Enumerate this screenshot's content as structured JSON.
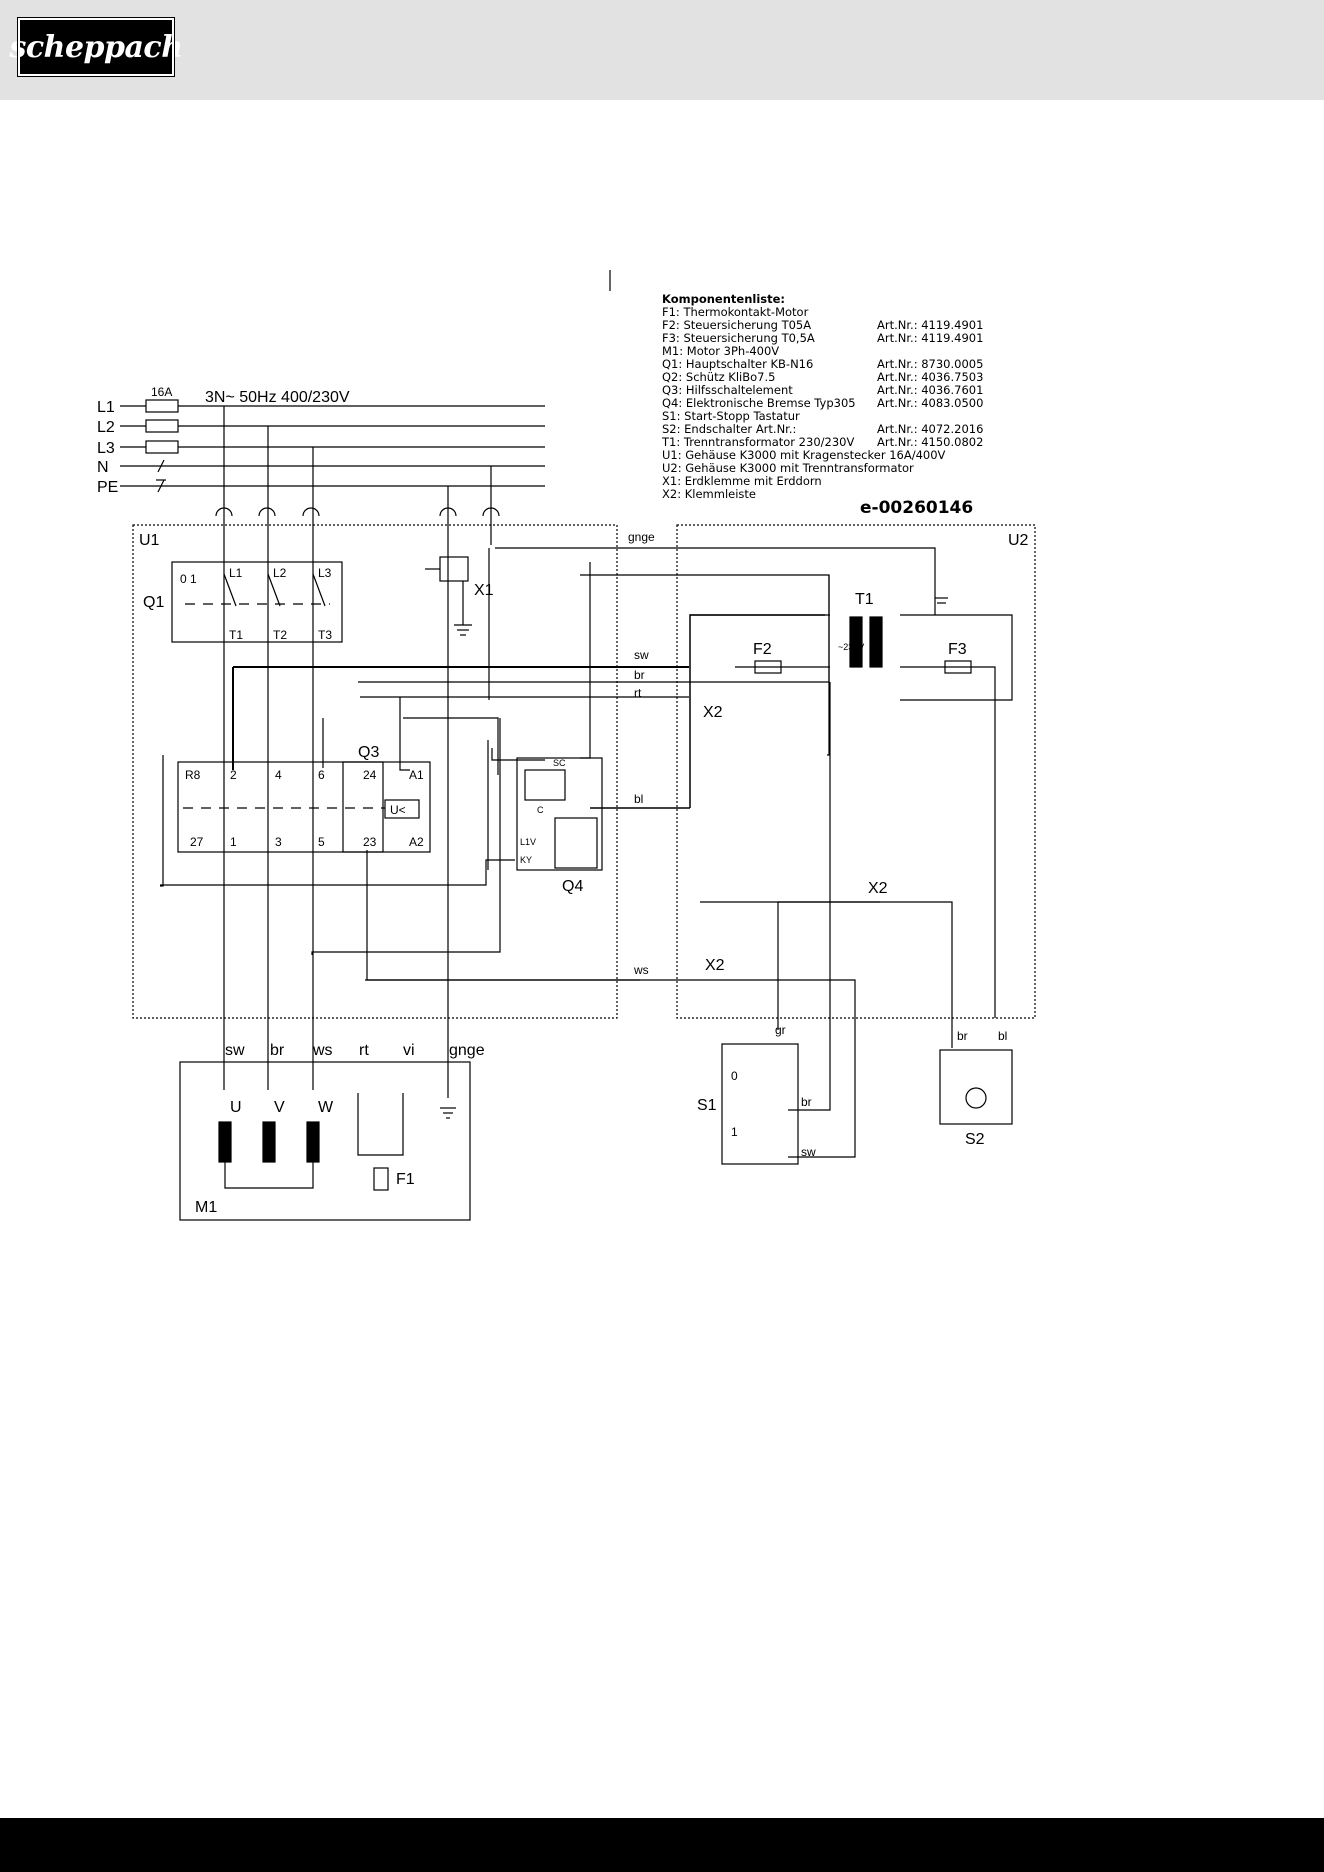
{
  "brand": {
    "logo_text": "scheppach"
  },
  "supply": {
    "fuse": "16A",
    "spec": "3N~ 50Hz 400/230V",
    "lines": [
      "L1",
      "L2",
      "L3",
      "N",
      "PE"
    ]
  },
  "components_title": "Komponentenliste:",
  "components": [
    {
      "text": "F1:  Thermokontakt-Motor",
      "art": ""
    },
    {
      "text": "F2:  Steuersicherung  T05A",
      "art": "Art.Nr.:  4119.4901"
    },
    {
      "text": "F3:  Steuersicherung  T0,5A",
      "art": "Art.Nr.:  4119.4901"
    },
    {
      "text": "M1:  Motor  3Ph-400V",
      "art": ""
    },
    {
      "text": "Q1:  Hauptschalter  KB-N16",
      "art": "Art.Nr.:  8730.0005"
    },
    {
      "text": "Q2:  Schütz  KliBo7.5",
      "art": "Art.Nr.:  4036.7503"
    },
    {
      "text": "Q3:  Hilfsschaltelement",
      "art": "Art.Nr.:  4036.7601"
    },
    {
      "text": "Q4:  Elektronische  Bremse  Typ305",
      "art": "Art.Nr.:  4083.0500"
    },
    {
      "text": "S1:  Start-Stopp  Tastatur",
      "art": ""
    },
    {
      "text": "S2:  Endschalter   Art.Nr.:",
      "art": "Art.Nr.:  4072.2016"
    },
    {
      "text": "T1:  Trenntransformator  230/230V",
      "art": "Art.Nr.:  4150.0802"
    },
    {
      "text": "U1:  Gehäuse  K3000  mit  Kragenstecker  16A/400V",
      "art": ""
    },
    {
      "text": "U2:  Gehäuse  K3000  mit  Trenntransformator",
      "art": ""
    },
    {
      "text": "X1:  Erdklemme  mit  Erddorn",
      "art": ""
    },
    {
      "text": "X2:  Klemmleiste",
      "art": ""
    }
  ],
  "doc_code": "e-00260146",
  "labels": {
    "U1": "U1",
    "U2": "U2",
    "Q1": "Q1",
    "Q3": "Q3",
    "Q4": "Q4",
    "X1": "X1",
    "X2": "X2",
    "T1": "T1",
    "F2": "F2",
    "F3": "F3",
    "M1": "M1",
    "F1": "F1",
    "S1": "S1",
    "S2": "S2",
    "q1_l1": "L1",
    "q1_l2": "L2",
    "q1_l3": "L3",
    "q1_t1": "T1",
    "q1_t2": "T2",
    "q1_t3": "T3",
    "q1_01": "0 1",
    "q2_r8": "R8",
    "q2_2": "2",
    "q2_4": "4",
    "q2_6": "6",
    "q2_24": "24",
    "q2_a1": "A1",
    "q2_27": "27",
    "q2_1": "1",
    "q2_3": "3",
    "q2_5": "5",
    "q2_23": "23",
    "q2_a2": "A2",
    "uv": "U<",
    "m_u": "U",
    "m_v": "V",
    "m_w": "W",
    "s1_0": "0",
    "s1_1": "1",
    "t1_v": "~230V",
    "q4_sc": "SC",
    "q4_c": "C",
    "q4_l1": "L1V",
    "q4_ky": "KY"
  },
  "wires": {
    "gnge": "gnge",
    "sw": "sw",
    "br": "br",
    "rt": "rt",
    "bl": "bl",
    "ws": "ws",
    "gr": "gr",
    "vi": "vi"
  }
}
